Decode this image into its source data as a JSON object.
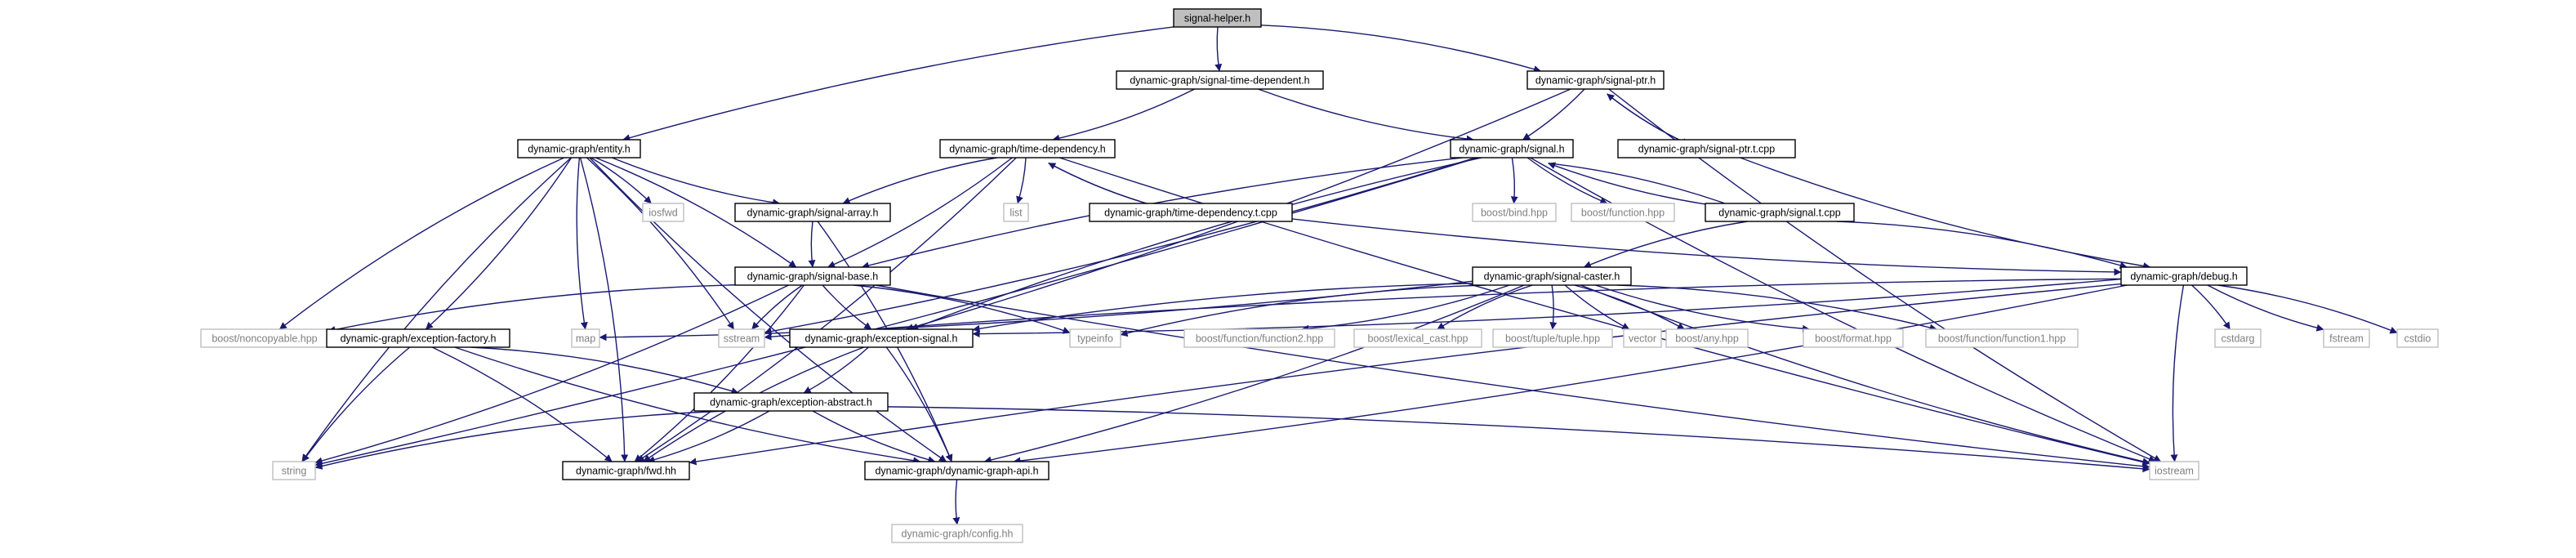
{
  "colors": {
    "edge": "#191970",
    "root_fill": "#bfbfbf",
    "node_border": "#000000",
    "external_border": "#bfbfbf",
    "external_text": "#7f7f7f"
  },
  "nodes": [
    {
      "id": "signal-helper",
      "label": "signal-helper.h",
      "kind": "root"
    },
    {
      "id": "signal-time-dependent",
      "label": "dynamic-graph/signal-time-dependent.h",
      "kind": "internal"
    },
    {
      "id": "signal-ptr",
      "label": "dynamic-graph/signal-ptr.h",
      "kind": "internal"
    },
    {
      "id": "entity",
      "label": "dynamic-graph/entity.h",
      "kind": "internal"
    },
    {
      "id": "time-dependency",
      "label": "dynamic-graph/time-dependency.h",
      "kind": "internal"
    },
    {
      "id": "signal",
      "label": "dynamic-graph/signal.h",
      "kind": "internal"
    },
    {
      "id": "signal-ptr-t",
      "label": "dynamic-graph/signal-ptr.t.cpp",
      "kind": "internal"
    },
    {
      "id": "iosfwd",
      "label": "iosfwd",
      "kind": "external"
    },
    {
      "id": "signal-array",
      "label": "dynamic-graph/signal-array.h",
      "kind": "internal"
    },
    {
      "id": "list",
      "label": "list",
      "kind": "external"
    },
    {
      "id": "time-dependency-t",
      "label": "dynamic-graph/time-dependency.t.cpp",
      "kind": "internal"
    },
    {
      "id": "boost-bind",
      "label": "boost/bind.hpp",
      "kind": "external"
    },
    {
      "id": "boost-function",
      "label": "boost/function.hpp",
      "kind": "external"
    },
    {
      "id": "signal-t",
      "label": "dynamic-graph/signal.t.cpp",
      "kind": "internal"
    },
    {
      "id": "signal-base",
      "label": "dynamic-graph/signal-base.h",
      "kind": "internal"
    },
    {
      "id": "signal-caster",
      "label": "dynamic-graph/signal-caster.h",
      "kind": "internal"
    },
    {
      "id": "debug",
      "label": "dynamic-graph/debug.h",
      "kind": "internal"
    },
    {
      "id": "boost-noncopyable",
      "label": "boost/noncopyable.hpp",
      "kind": "external"
    },
    {
      "id": "exception-factory",
      "label": "dynamic-graph/exception-factory.h",
      "kind": "internal"
    },
    {
      "id": "map",
      "label": "map",
      "kind": "external"
    },
    {
      "id": "sstream",
      "label": "sstream",
      "kind": "external"
    },
    {
      "id": "exception-signal",
      "label": "dynamic-graph/exception-signal.h",
      "kind": "internal"
    },
    {
      "id": "typeinfo",
      "label": "typeinfo",
      "kind": "external"
    },
    {
      "id": "boost-function2",
      "label": "boost/function/function2.hpp",
      "kind": "external"
    },
    {
      "id": "boost-lexical-cast",
      "label": "boost/lexical_cast.hpp",
      "kind": "external"
    },
    {
      "id": "boost-tuple",
      "label": "boost/tuple/tuple.hpp",
      "kind": "external"
    },
    {
      "id": "vector",
      "label": "vector",
      "kind": "external"
    },
    {
      "id": "boost-any",
      "label": "boost/any.hpp",
      "kind": "external"
    },
    {
      "id": "boost-format",
      "label": "boost/format.hpp",
      "kind": "external"
    },
    {
      "id": "boost-function1",
      "label": "boost/function/function1.hpp",
      "kind": "external"
    },
    {
      "id": "cstdarg",
      "label": "cstdarg",
      "kind": "external"
    },
    {
      "id": "fstream",
      "label": "fstream",
      "kind": "external"
    },
    {
      "id": "cstdio",
      "label": "cstdio",
      "kind": "external"
    },
    {
      "id": "exception-abstract",
      "label": "dynamic-graph/exception-abstract.h",
      "kind": "internal"
    },
    {
      "id": "string",
      "label": "string",
      "kind": "external"
    },
    {
      "id": "fwd",
      "label": "dynamic-graph/fwd.hh",
      "kind": "internal"
    },
    {
      "id": "dynamic-graph-api",
      "label": "dynamic-graph/dynamic-graph-api.h",
      "kind": "internal"
    },
    {
      "id": "iostream",
      "label": "iostream",
      "kind": "external"
    },
    {
      "id": "config",
      "label": "dynamic-graph/config.hh",
      "kind": "external"
    }
  ],
  "edges": [
    [
      "signal-helper",
      "signal-time-dependent"
    ],
    [
      "signal-helper",
      "signal-ptr"
    ],
    [
      "signal-helper",
      "entity"
    ],
    [
      "signal-time-dependent",
      "time-dependency"
    ],
    [
      "signal-time-dependent",
      "signal"
    ],
    [
      "signal-ptr",
      "signal"
    ],
    [
      "signal-ptr",
      "signal-ptr-t"
    ],
    [
      "signal-ptr",
      "exception-signal"
    ],
    [
      "signal-ptr",
      "iostream"
    ],
    [
      "signal-ptr-t",
      "signal-ptr"
    ],
    [
      "signal-ptr-t",
      "debug"
    ],
    [
      "entity",
      "iosfwd"
    ],
    [
      "entity",
      "boost-noncopyable"
    ],
    [
      "entity",
      "exception-factory"
    ],
    [
      "entity",
      "signal-array"
    ],
    [
      "entity",
      "signal-base"
    ],
    [
      "entity",
      "map"
    ],
    [
      "entity",
      "sstream"
    ],
    [
      "entity",
      "string"
    ],
    [
      "entity",
      "fwd"
    ],
    [
      "entity",
      "dynamic-graph-api"
    ],
    [
      "time-dependency",
      "list"
    ],
    [
      "time-dependency",
      "signal-array"
    ],
    [
      "time-dependency",
      "signal-base"
    ],
    [
      "time-dependency",
      "time-dependency-t"
    ],
    [
      "time-dependency",
      "fwd"
    ],
    [
      "time-dependency",
      "iostream"
    ],
    [
      "time-dependency-t",
      "time-dependency"
    ],
    [
      "time-dependency-t",
      "debug"
    ],
    [
      "signal",
      "boost-bind"
    ],
    [
      "signal",
      "boost-function"
    ],
    [
      "signal",
      "signal-t"
    ],
    [
      "signal",
      "signal-base"
    ],
    [
      "signal",
      "string"
    ],
    [
      "signal",
      "exception-signal"
    ],
    [
      "signal",
      "sstream"
    ],
    [
      "signal",
      "iostream"
    ],
    [
      "signal-t",
      "signal"
    ],
    [
      "signal-t",
      "signal-caster"
    ],
    [
      "signal-t",
      "debug"
    ],
    [
      "signal-array",
      "signal-base"
    ],
    [
      "signal-array",
      "dynamic-graph-api"
    ],
    [
      "signal-base",
      "boost-noncopyable"
    ],
    [
      "signal-base",
      "string"
    ],
    [
      "signal-base",
      "sstream"
    ],
    [
      "signal-base",
      "typeinfo"
    ],
    [
      "signal-base",
      "exception-signal"
    ],
    [
      "signal-base",
      "fwd"
    ],
    [
      "signal-base",
      "iostream"
    ],
    [
      "signal-caster",
      "map"
    ],
    [
      "signal-caster",
      "typeinfo"
    ],
    [
      "signal-caster",
      "boost-function2"
    ],
    [
      "signal-caster",
      "boost-lexical-cast"
    ],
    [
      "signal-caster",
      "boost-tuple"
    ],
    [
      "signal-caster",
      "vector"
    ],
    [
      "signal-caster",
      "boost-any"
    ],
    [
      "signal-caster",
      "boost-format"
    ],
    [
      "signal-caster",
      "boost-function1"
    ],
    [
      "signal-caster",
      "exception-signal"
    ],
    [
      "signal-caster",
      "dynamic-graph-api"
    ],
    [
      "signal-caster",
      "iostream"
    ],
    [
      "debug",
      "cstdarg"
    ],
    [
      "debug",
      "fstream"
    ],
    [
      "debug",
      "cstdio"
    ],
    [
      "debug",
      "sstream"
    ],
    [
      "debug",
      "exception-signal"
    ],
    [
      "debug",
      "fwd"
    ],
    [
      "debug",
      "dynamic-graph-api"
    ],
    [
      "debug",
      "iostream"
    ],
    [
      "exception-factory",
      "exception-abstract"
    ],
    [
      "exception-factory",
      "string"
    ],
    [
      "exception-factory",
      "fwd"
    ],
    [
      "exception-factory",
      "dynamic-graph-api"
    ],
    [
      "exception-signal",
      "exception-abstract"
    ],
    [
      "exception-signal",
      "fwd"
    ],
    [
      "exception-signal",
      "dynamic-graph-api"
    ],
    [
      "exception-abstract",
      "string"
    ],
    [
      "exception-abstract",
      "fwd"
    ],
    [
      "exception-abstract",
      "dynamic-graph-api"
    ],
    [
      "exception-abstract",
      "iostream"
    ],
    [
      "dynamic-graph-api",
      "config"
    ]
  ]
}
